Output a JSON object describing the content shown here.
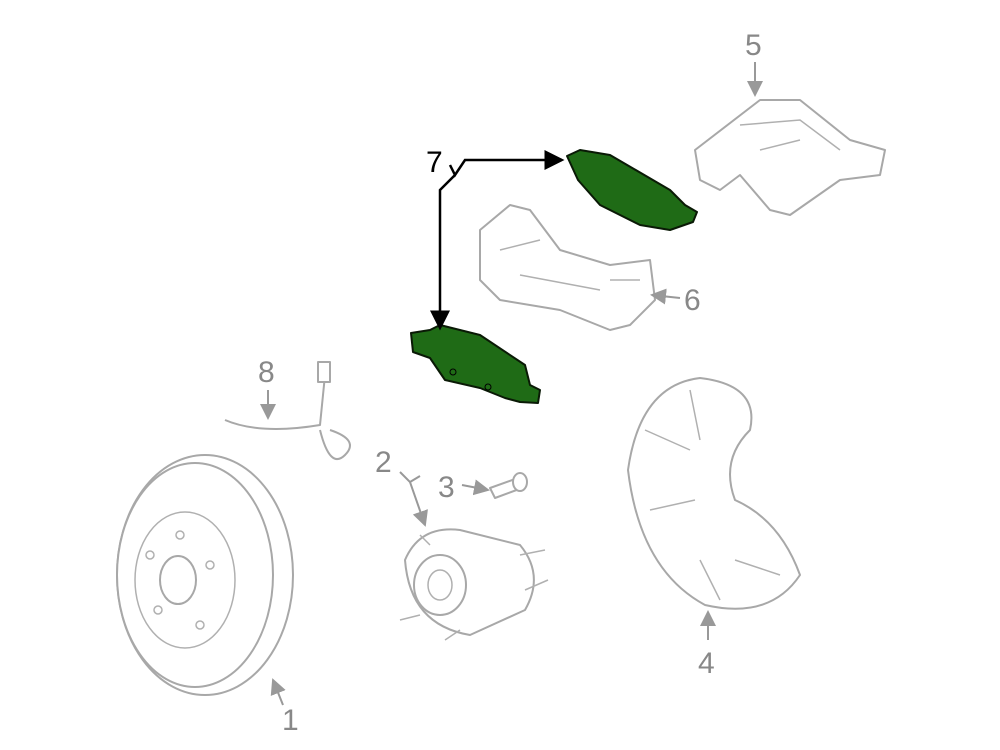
{
  "diagram": {
    "callouts": [
      {
        "id": "1",
        "label": "1",
        "part": "brake-rotor"
      },
      {
        "id": "2",
        "label": "2",
        "part": "hub-bearing"
      },
      {
        "id": "3",
        "label": "3",
        "part": "bolt"
      },
      {
        "id": "4",
        "label": "4",
        "part": "splash-shield"
      },
      {
        "id": "5",
        "label": "5",
        "part": "caliper"
      },
      {
        "id": "6",
        "label": "6",
        "part": "caliper-bracket"
      },
      {
        "id": "7",
        "label": "7",
        "part": "brake-pads"
      },
      {
        "id": "8",
        "label": "8",
        "part": "brake-hose"
      }
    ],
    "colors": {
      "highlight": "#1f6b16",
      "outline": "#a8a8a8",
      "callout": "#888888"
    }
  }
}
